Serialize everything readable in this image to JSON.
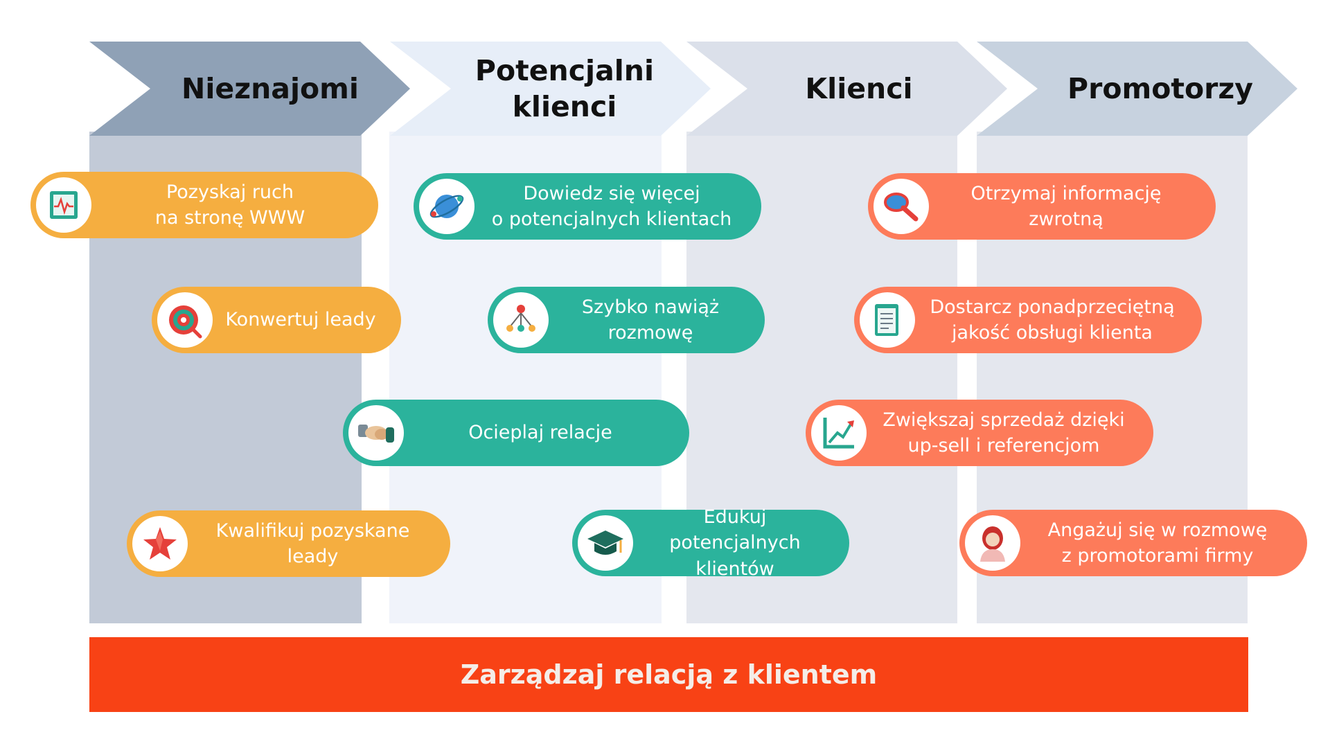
{
  "stages": [
    {
      "title": "Nieznajomi",
      "color": "#8fa1b6"
    },
    {
      "title": "Potencjalni klienci",
      "color": "#e7eef8"
    },
    {
      "title": "Klienci",
      "color": "#dbe0ea"
    },
    {
      "title": "Promotorzy",
      "color": "#c7d2df"
    }
  ],
  "column_colors": [
    "#c2cad7",
    "#f0f3fa",
    "#e4e7ee",
    "#e4e7ee"
  ],
  "actions": {
    "traffic": "Pozyskaj ruch\nna stronę WWW",
    "convert": "Konwertuj leady",
    "qualify": "Kwalifikuj pozyskane leady",
    "learn": "Dowiedz się więcej\no potencjalnych klientach",
    "talk": "Szybko nawiąż\nrozmowę",
    "warm": "Ocieplaj relacje",
    "educate": "Edukuj potencjalnych\nklientów",
    "feedback": "Otrzymaj informację\nzwrotną",
    "service": "Dostarcz ponadprzeciętną\njakość obsługi klienta",
    "upsell": "Zwiększaj sprzedaż dzięki\nup-sell i referencjom",
    "promoters": "Angażuj się w rozmowę\nz promotorami firmy"
  },
  "pill_colors": {
    "orange": "#f5ae40",
    "teal": "#2bb39c",
    "salmon": "#fd7b5a"
  },
  "icons": [
    "monitor-icon",
    "target-icon",
    "star-icon",
    "globe-icon",
    "network-icon",
    "handshake-icon",
    "graduation-cap-icon",
    "magnifier-icon",
    "clipboard-icon",
    "chart-icon",
    "person-icon"
  ],
  "footer": {
    "label": "Zarządzaj relacją z klientem",
    "color": "#f84215"
  }
}
